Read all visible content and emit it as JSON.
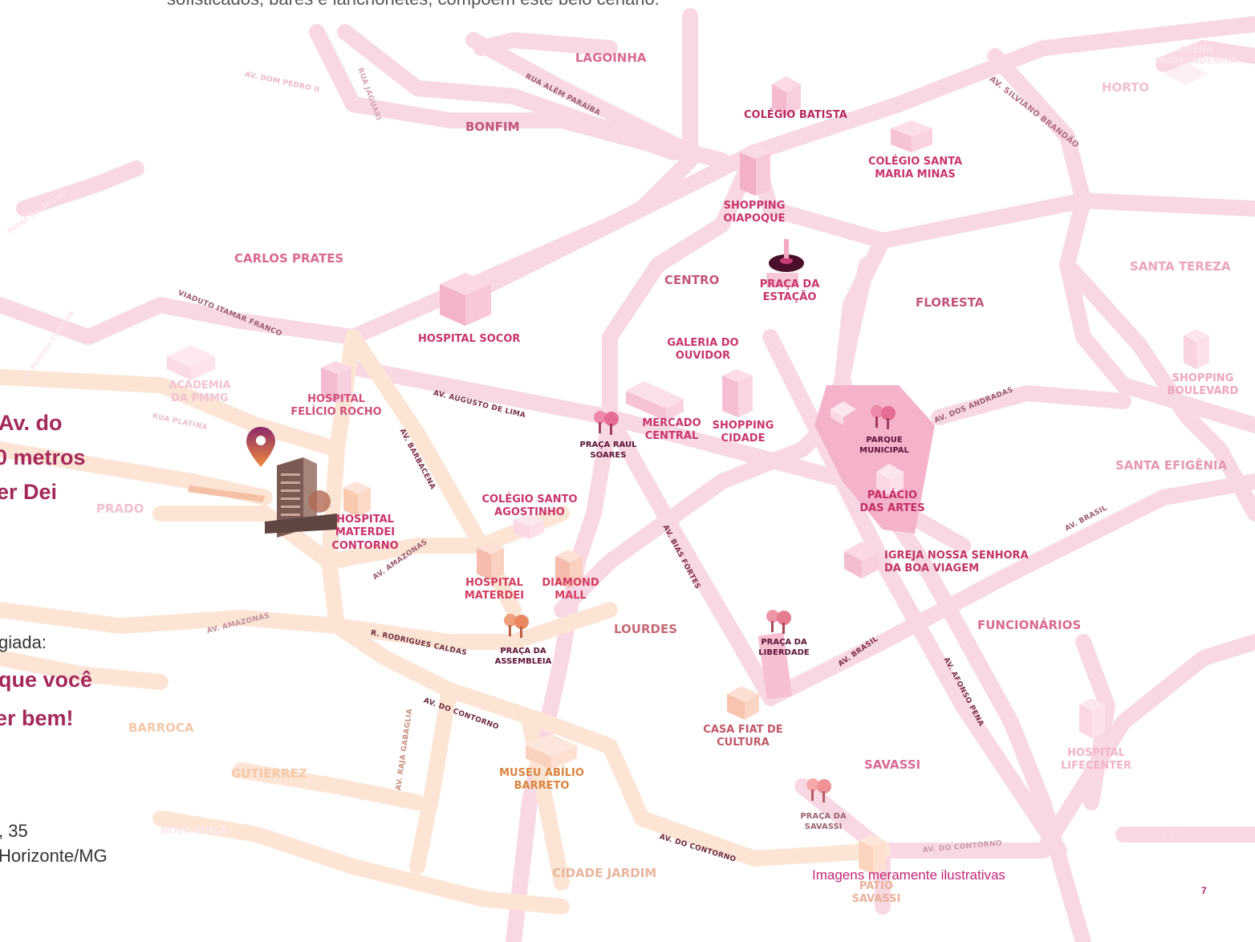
{
  "top_text": "sofisticados, bares e lanchonetes, compõem este belo cenário.",
  "side_text": {
    "line1": "Av. do",
    "line2": "0 metros",
    "line3": "er Dei",
    "line4": "giada:",
    "line5": "que você",
    "line6": "er bem!",
    "address1": ", 35",
    "address2": "Horizonte/MG"
  },
  "neighborhoods": {
    "lagoinha": "LAGOINHA",
    "bonfim": "BONFIM",
    "carlos_prates": "CARLOS PRATES",
    "centro": "CENTRO",
    "floresta": "FLORESTA",
    "horto": "HORTO",
    "santa_tereza": "SANTA TEREZA",
    "santa_efigenia": "SANTA EFIGÊNIA",
    "funcionarios": "FUNCIONÁRIOS",
    "savassi": "SAVASSI",
    "lourdes": "LOURDES",
    "prado": "PRADO",
    "barroca": "BARROCA",
    "gutierrez": "GUTIERREZ",
    "cidade_jardim": "CIDADE JARDIM",
    "serra": "SERRA",
    "nova_suica": "NOVA SUÍÇA",
    "padre_eustaquio": "PADRE EUSTÁQUIO"
  },
  "points": {
    "arena": "ARENA INDEPENDÊNCIA",
    "colegio_batista": "COLÉGIO BATISTA",
    "colegio_santa_maria": "COLÉGIO SANTA MARIA MINAS",
    "shopping_oiapoque": "SHOPPING OIAPOQUE",
    "praca_estacao": "PRAÇA DA ESTAÇÃO",
    "hospital_socor": "HOSPITAL SOCOR",
    "galeria_ouvidor": "GALERIA DO OUVIDOR",
    "academia_pmmg": "ACADEMIA DA PMMG",
    "hospital_felicio": "HOSPITAL FELÍCIO ROCHO",
    "mercado_central": "MERCADO CENTRAL",
    "shopping_cidade": "SHOPPING CIDADE",
    "praca_raul": "PRAÇA RAUL SOARES",
    "parque_municipal": "PARQUE MUNICIPAL",
    "palacio_artes": "PALÁCIO DAS ARTES",
    "shopping_boulevard": "SHOPPING BOULEVARD",
    "colegio_agostinho": "COLÉGIO SANTO AGOSTINHO",
    "hospital_materdei_contorno": "HOSPITAL MATERDEI CONTORNO",
    "igreja_boa_viagem": "IGREJA NOSSA SENHORA DA BOA VIAGEM",
    "hospital_materdei": "HOSPITAL MATERDEI",
    "diamond_mall": "DIAMOND MALL",
    "praca_assembleia": "PRAÇA DA ASSEMBLEIA",
    "praca_liberdade": "PRAÇA DA LIBERDADE",
    "casa_fiat": "CASA FIAT DE CULTURA",
    "museu_abilio": "MUSEU ABÍLIO BARRETO",
    "hospital_lifecenter": "HOSPITAL LIFECENTER",
    "praca_savassi": "PRAÇA DA SAVASSI",
    "patio_savassi": "PÁTIO SAVASSI"
  },
  "streets": {
    "dom_pedro": "AV. DOM PEDRO II",
    "jaguari": "RUA JAGUARI",
    "alem_paraiba": "RUA ALÉM PARAÍBA",
    "silviano": "AV. SILVIANO BRANDÃO",
    "itamar": "VIADUTO ITAMAR FRANCO",
    "augusto_lima": "AV. AUGUSTO DE LIMA",
    "platina": "RUA PLATINA",
    "barbacena": "AV. BARBACENA",
    "andradas": "AV. DOS ANDRADAS",
    "brasil1": "AV. BRASIL",
    "amazonas1": "AV. AMAZONAS",
    "amazonas2": "AV. AMAZONAS",
    "bias_fortes": "AV. BIAS FORTES",
    "rodrigues": "R. RODRIGUES CALDAS",
    "contorno1": "AV. DO CONTORNO",
    "brasil2": "AV. BRASIL",
    "afonso_pena": "AV. AFONSO PENA",
    "raja": "AV. RAJA GABAGLIA",
    "contorno2": "AV. DO CONTORNO",
    "contorno3": "AV. DO CONTORNO",
    "pereira": "AV. PEREIRA CRISTINA"
  },
  "caption": "Imagens meramente ilustrativas",
  "page_number": "7",
  "colors": {
    "brand": "#a3295b",
    "road_pink": "#f6cfdc",
    "road_orange": "#fbe0cc",
    "park": "#f3a9c4"
  }
}
